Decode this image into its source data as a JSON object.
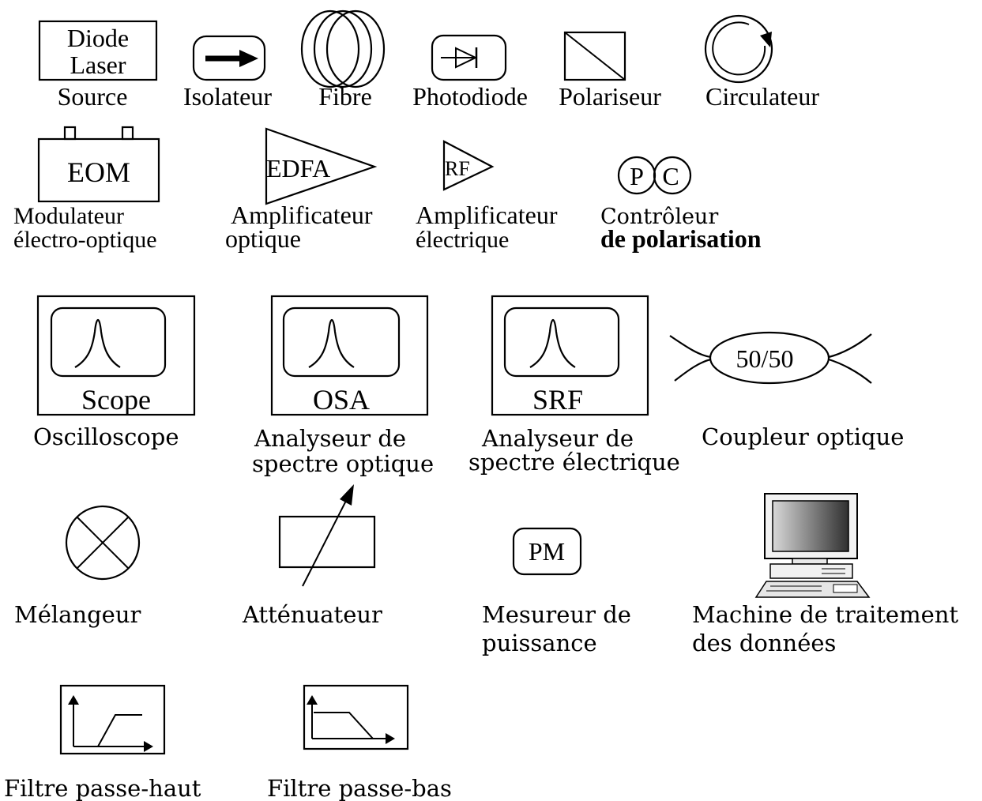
{
  "symbols": {
    "source": {
      "inner_line1": "Diode",
      "inner_line2": "Laser",
      "label": "Source"
    },
    "isolator": {
      "label": "Isolateur"
    },
    "fiber": {
      "label": "Fibre"
    },
    "photodiode": {
      "label": "Photodiode"
    },
    "polarizer": {
      "label": "Polariseur"
    },
    "circulator": {
      "label": "Circulateur"
    },
    "eom": {
      "inner": "EOM",
      "label_line1": "Modulateur",
      "label_line2": "électro-optique"
    },
    "edfa": {
      "inner": "EDFA",
      "label_line1": "Amplificateur",
      "label_line2": "optique"
    },
    "rf_amp": {
      "inner": "RF",
      "label_line1": "Amplificateur",
      "label_line2": "électrique"
    },
    "pol_controller": {
      "inner_p": "P",
      "inner_c": "C",
      "label_line1": "Contrôleur",
      "label_line2": "de polarisation"
    },
    "scope": {
      "inner": "Scope",
      "label": "Oscilloscope"
    },
    "osa": {
      "inner": "OSA",
      "label_line1": "Analyseur de",
      "label_line2": "spectre optique"
    },
    "srf": {
      "inner": "SRF",
      "label_line1": "Analyseur de",
      "label_line2": "spectre électrique"
    },
    "coupler": {
      "inner": "50/50",
      "label": "Coupleur optique"
    },
    "mixer": {
      "label": "Mélangeur"
    },
    "attenuator": {
      "label": "Atténuateur"
    },
    "power_meter": {
      "inner": "PM",
      "label_line1": "Mesureur de",
      "label_line2": "puissance"
    },
    "computer": {
      "label_line1": "Machine de traitement",
      "label_line2": "des données"
    },
    "highpass": {
      "label": "Filtre passe-haut"
    },
    "lowpass": {
      "label": "Filtre passe-bas"
    }
  }
}
